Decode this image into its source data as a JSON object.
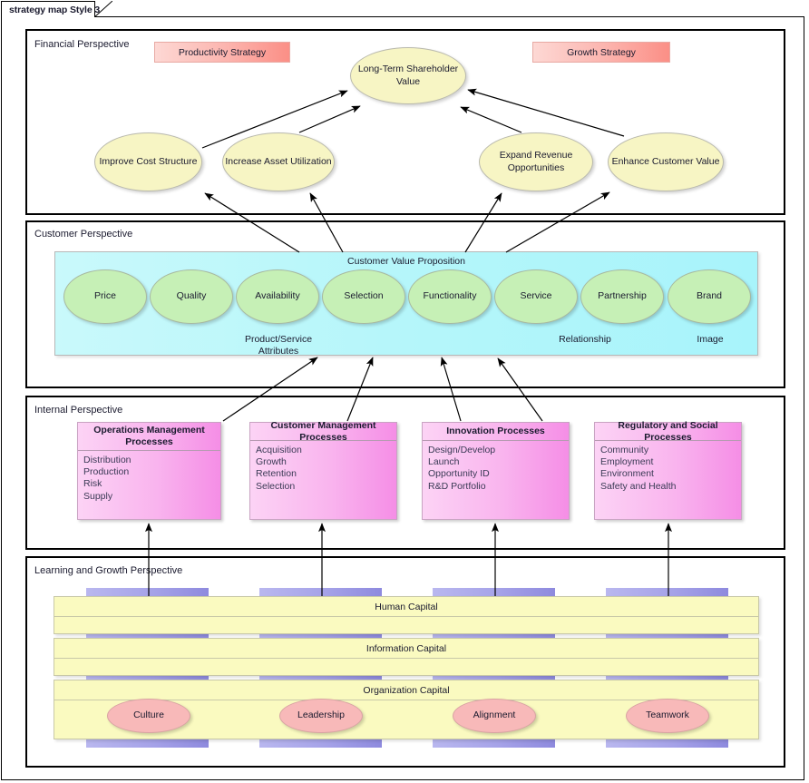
{
  "window": {
    "tab_title": "strategy map Style 3"
  },
  "perspectives": [
    {
      "id": "financial",
      "title": "Financial Perspective"
    },
    {
      "id": "customer",
      "title": "Customer Perspective"
    },
    {
      "id": "internal",
      "title": "Internal Perspective"
    },
    {
      "id": "learning",
      "title": "Learning and Growth Perspective"
    }
  ],
  "financial": {
    "banners": [
      {
        "label": "Productivity Strategy"
      },
      {
        "label": "Growth Strategy"
      }
    ],
    "objectives": [
      {
        "label": "Long-Term Shareholder Value"
      },
      {
        "label": "Improve Cost Structure"
      },
      {
        "label": "Increase Asset Utilization"
      },
      {
        "label": "Expand Revenue Opportunities"
      },
      {
        "label": "Enhance Customer Value"
      }
    ]
  },
  "customer": {
    "value_proposition_title": "Customer Value Proposition",
    "attributes": [
      {
        "label": "Price"
      },
      {
        "label": "Quality"
      },
      {
        "label": "Availability"
      },
      {
        "label": "Selection"
      },
      {
        "label": "Functionality"
      },
      {
        "label": "Service"
      },
      {
        "label": "Partnership"
      },
      {
        "label": "Brand"
      }
    ],
    "groups": [
      {
        "label": "Product/Service Attributes"
      },
      {
        "label": "Relationship"
      },
      {
        "label": "Image"
      }
    ]
  },
  "internal": {
    "processes": [
      {
        "title": "Operations Management Processes",
        "items": [
          "Distribution",
          "Production",
          "Risk",
          "Supply"
        ]
      },
      {
        "title": "Customer Management Processes",
        "items": [
          "Acquisition",
          "Growth",
          "Retention",
          "Selection"
        ]
      },
      {
        "title": "Innovation Processes",
        "items": [
          "Design/Develop",
          "Launch",
          "Opportunity ID",
          "R&D Portfolio"
        ]
      },
      {
        "title": "Regulatory and Social Processes",
        "items": [
          "Community",
          "Employment",
          "Environment",
          "Safety and Health"
        ]
      }
    ]
  },
  "learning": {
    "capitals": [
      {
        "label": "Human Capital"
      },
      {
        "label": "Information Capital"
      },
      {
        "label": "Organization Capital"
      }
    ],
    "enablers": [
      {
        "label": "Culture"
      },
      {
        "label": "Leadership"
      },
      {
        "label": "Alignment"
      },
      {
        "label": "Teamwork"
      }
    ]
  },
  "colors": {
    "financial_ellipse": "#f7f5c4",
    "customer_ellipse": "#c6f0b6",
    "learning_ellipse": "#f8b9b9",
    "value_proposition": "#b5f6fa",
    "process_box": "#f9b4ee",
    "banner": "#fcb3ad",
    "capital_band": "#fafac0",
    "capital_column": "#a5a2e8",
    "connector": "#000000"
  }
}
